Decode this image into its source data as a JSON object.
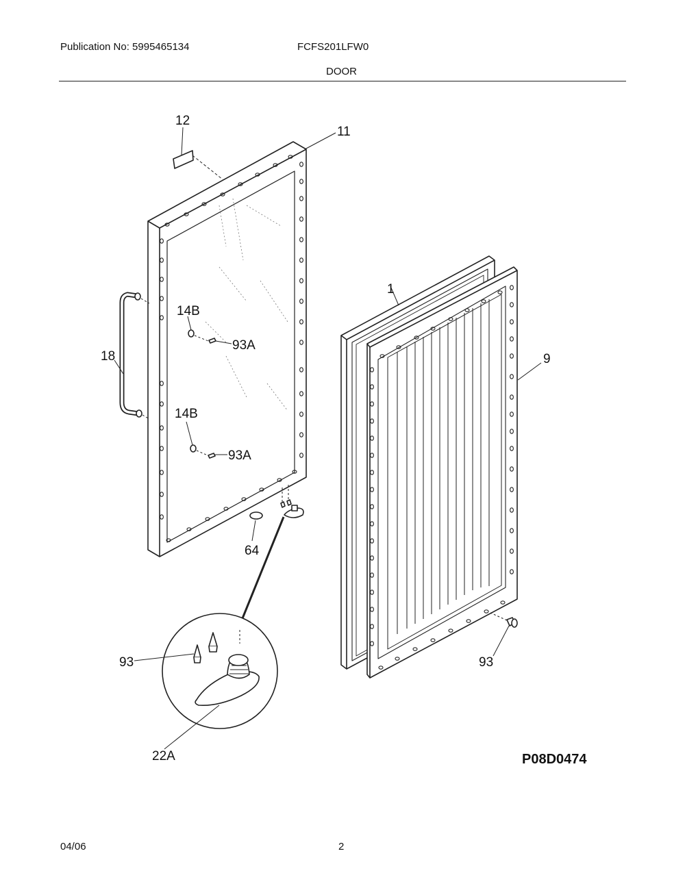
{
  "header": {
    "publication": "Publication No: 5995465134",
    "model": "FCFS201LFW0",
    "section": "DOOR"
  },
  "footer": {
    "date": "04/06",
    "page": "2"
  },
  "diagram": {
    "figure_id": "P08D0474",
    "callouts": {
      "c12": "12",
      "c11": "11",
      "c14b_upper": "14B",
      "c93a_upper": "93A",
      "c18": "18",
      "c14b_lower": "14B",
      "c93a_lower": "93A",
      "c64": "64",
      "c1": "1",
      "c9": "9",
      "c93_right": "93",
      "c93_detail": "93",
      "c22a": "22A"
    }
  }
}
